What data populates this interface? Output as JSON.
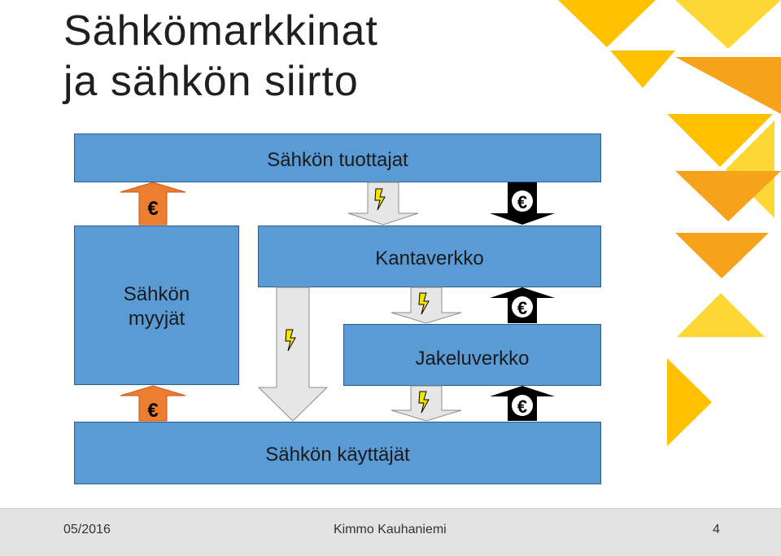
{
  "title": {
    "line1": "Sähkömarkkinat",
    "line2": "ja sähkön siirto"
  },
  "boxes": {
    "producers": "Sähkön tuottajat",
    "sellers_line1": "Sähkön",
    "sellers_line2": "myyjät",
    "transmission": "Kantaverkko",
    "distribution": "Jakeluverkko",
    "consumers": "Sähkön käyttäjät"
  },
  "symbols": {
    "money": "€",
    "money_icon": "euro-icon",
    "power_icon": "lightning-icon"
  },
  "colors": {
    "box_fill": "#5b9bd5",
    "money_arrow_orange": "#ed7d31",
    "money_arrow_black": "#000000",
    "power_arrow_fill": "#e7e6e6",
    "lightning": "#f5e600",
    "deco_yellow": "#ffc000",
    "deco_orange": "#f7a21b"
  },
  "footer": {
    "date": "05/2016",
    "author": "Kimmo Kauhaniemi",
    "page": "4"
  }
}
